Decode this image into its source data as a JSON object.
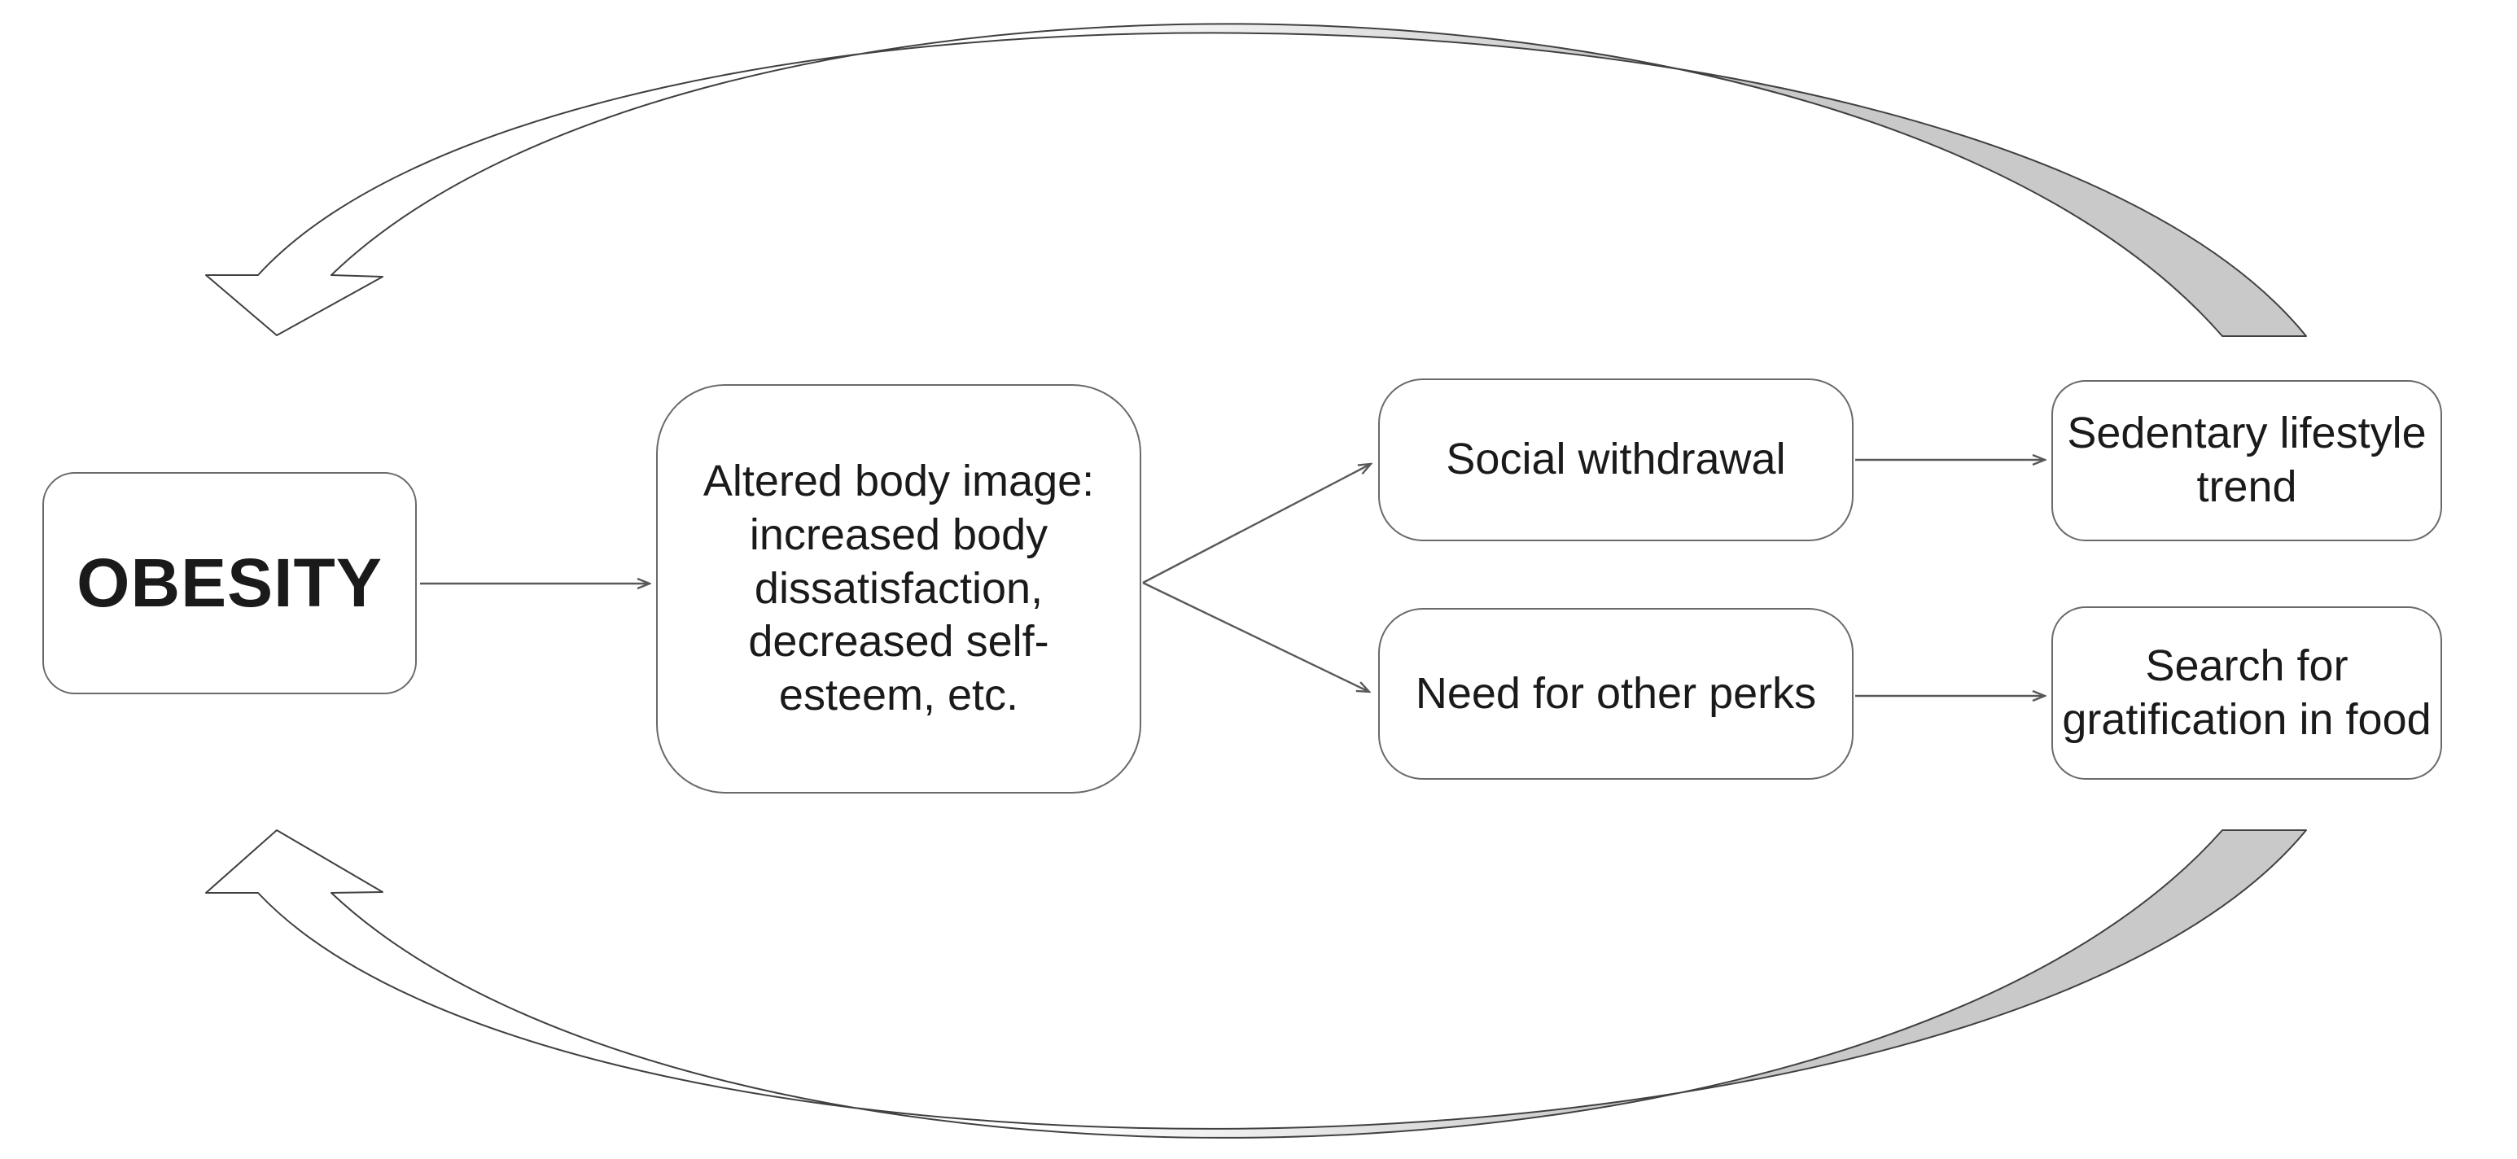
{
  "nodes": {
    "obesity": {
      "label": "OBESITY"
    },
    "altered_body_image": {
      "label": "Altered body image:\nincreased body\ndissatisfaction,\ndecreased self-\nesteem, etc."
    },
    "social_withdrawal": {
      "label": "Social withdrawal"
    },
    "sedentary_lifestyle": {
      "label": "Sedentary lifestyle\ntrend"
    },
    "need_for_perks": {
      "label": "Need for other perks"
    },
    "search_gratification": {
      "label": "Search for\ngratification in food"
    }
  },
  "edges": [
    {
      "from": "obesity",
      "to": "altered_body_image",
      "style": "thin-arrow"
    },
    {
      "from": "altered_body_image",
      "to": "social_withdrawal",
      "style": "thin-arrow"
    },
    {
      "from": "altered_body_image",
      "to": "need_for_perks",
      "style": "thin-arrow"
    },
    {
      "from": "social_withdrawal",
      "to": "sedentary_lifestyle",
      "style": "thin-arrow"
    },
    {
      "from": "need_for_perks",
      "to": "search_gratification",
      "style": "thin-arrow"
    },
    {
      "from": "sedentary_lifestyle",
      "to": "obesity",
      "style": "curved-feedback-arrow-top"
    },
    {
      "from": "search_gratification",
      "to": "obesity",
      "style": "curved-feedback-arrow-bottom"
    }
  ],
  "colors": {
    "background": "#ffffff",
    "box_fill": "#ffffff",
    "box_border": "#6a6a6a",
    "text": "#1a1a1a",
    "connector": "#595959",
    "feedback_arrow_outline": "#404040",
    "feedback_arrow_fill": "#c9c9c9"
  }
}
